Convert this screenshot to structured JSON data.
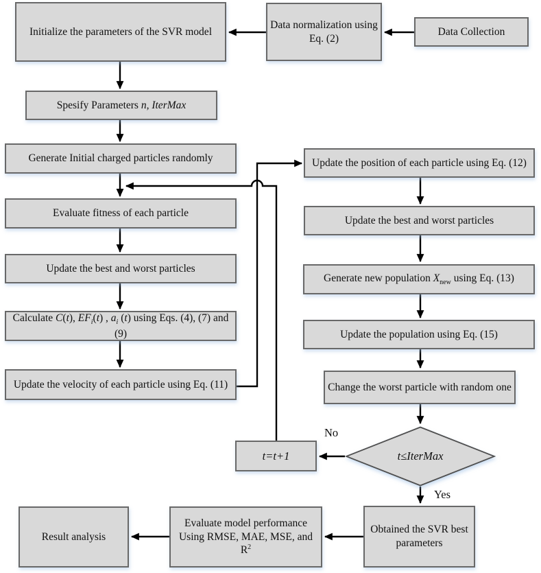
{
  "colors": {
    "node_fill": "#d9d9d9",
    "node_border": "#686868",
    "arrow": "#000000",
    "text": "#101010",
    "shadow_tint": "#96b9e1"
  },
  "nodes": {
    "data_collection": {
      "label": "Data Collection"
    },
    "data_normalization": {
      "label": "Data normalization using Eq. (2)"
    },
    "initialize_svr": {
      "label": "Initialize the parameters of the SVR model"
    },
    "specify_parameters": {
      "label": "Spesify Parameters <i>n, IterMax</i>"
    },
    "generate_initial": {
      "label": "Generate Initial charged particles randomly"
    },
    "evaluate_fitness": {
      "label": "Evaluate fitness of each particle"
    },
    "update_best_worst_left": {
      "label": "Update the best and worst particles"
    },
    "calculate_coeffs": {
      "label": "Calculate <i>C</i>(<i>t</i>), <i>EF<sub>i</sub></i>(<i>t</i>) , <i>a<sub>i</sub></i> (<i>t</i>) using Eqs. (4), (7) and (9)"
    },
    "update_velocity": {
      "label": "Update the velocity of each particle using Eq. (11)"
    },
    "update_position": {
      "label": "Update the position of each particle using Eq. (12)"
    },
    "update_best_worst_right": {
      "label": "Update the best and worst particles"
    },
    "generate_new_population": {
      "label": "Generate new population <i>X</i><sub>new</sub> using Eq. (13)"
    },
    "update_population": {
      "label": "Update the population using Eq. (15)"
    },
    "change_worst_particle": {
      "label": "Change the worst particle with random one"
    },
    "increment_t": {
      "label": "<i>t=t+1</i>"
    },
    "iteration_check": {
      "label": "<i>t</i> ≤ <i>IterMax</i>"
    },
    "obtained_parameters": {
      "label": "Obtained the SVR best parameters"
    },
    "evaluate_performance": {
      "label": "Evaluate model performance Using RMSE, MAE, MSE, and R<sup>2</sup>"
    },
    "result_analysis": {
      "label": "Result analysis"
    }
  },
  "edge_labels": {
    "no": "No",
    "yes": "Yes"
  }
}
